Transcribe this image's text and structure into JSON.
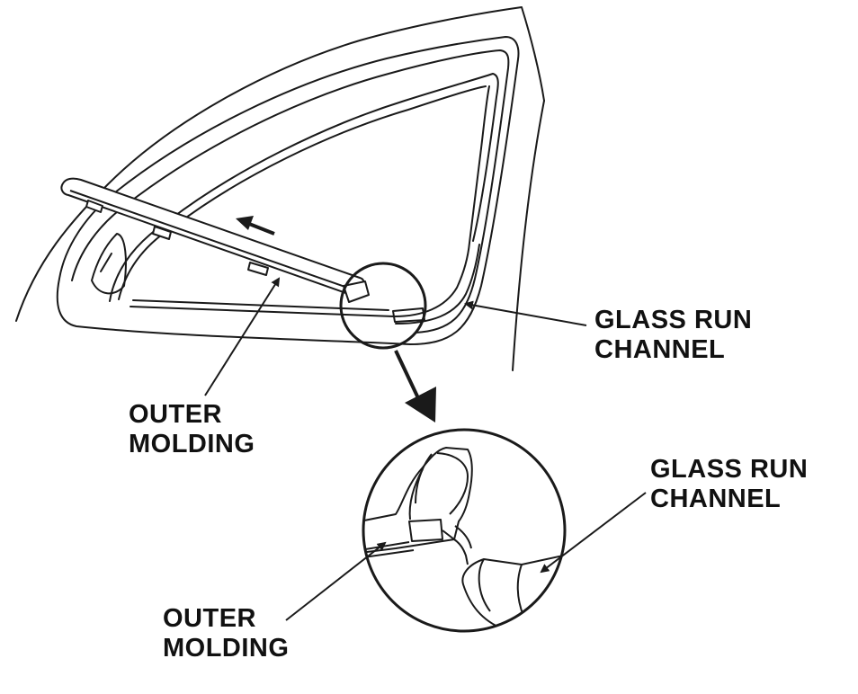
{
  "labels": {
    "glass_run_channel_main": {
      "line1": "GLASS RUN",
      "line2": "CHANNEL"
    },
    "outer_molding_main": {
      "line1": "OUTER",
      "line2": "MOLDING"
    },
    "glass_run_channel_detail": {
      "line1": "GLASS RUN",
      "line2": "CHANNEL"
    },
    "outer_molding_detail": {
      "line1": "OUTER",
      "line2": "MOLDING"
    }
  },
  "colors": {
    "line": "#1a1a1a",
    "background": "#ffffff"
  }
}
